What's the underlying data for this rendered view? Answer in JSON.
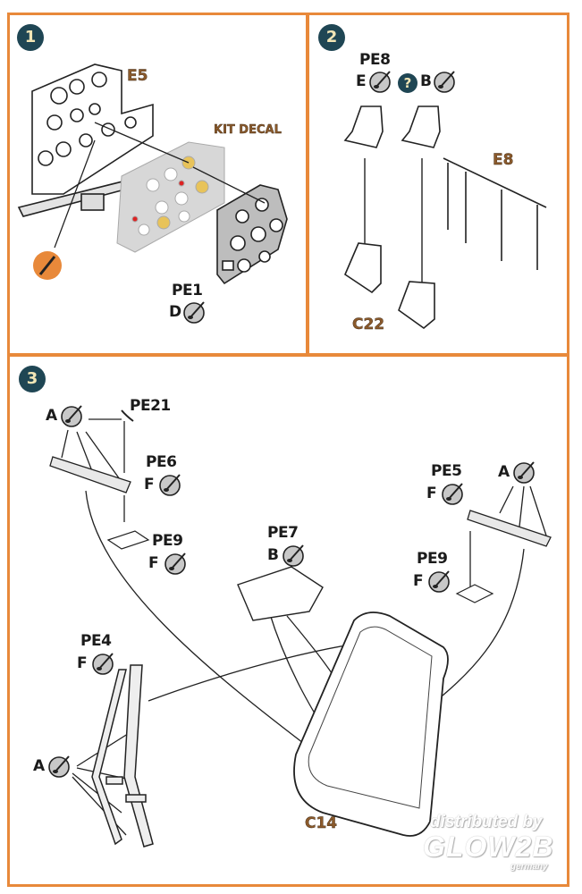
{
  "steps": [
    {
      "number": "1",
      "labels": {
        "e5": "E5",
        "kit_decal": "KIT DECAL",
        "pe1": "PE1",
        "pe1_paint": "D"
      }
    },
    {
      "number": "2",
      "labels": {
        "pe8": "PE8",
        "pe8_paint_1": "E",
        "pe8_paint_2": "B",
        "unknown_marker": "?",
        "e8": "E8",
        "c22": "C22"
      }
    },
    {
      "number": "3",
      "labels": {
        "pe21": "PE21",
        "a_top_left": "A",
        "pe6": "PE6",
        "pe6_paint": "F",
        "pe9_left": "PE9",
        "pe9_left_paint": "F",
        "pe7": "PE7",
        "pe7_paint": "B",
        "pe5": "PE5",
        "pe5_paint": "F",
        "a_right": "A",
        "pe9_right": "PE9",
        "pe9_right_paint": "F",
        "pe4": "PE4",
        "pe4_paint": "F",
        "a_bottom_left": "A",
        "c14": "C14"
      }
    }
  ],
  "watermark": {
    "line1": "distributed by",
    "line2": "GLOW2B",
    "line3": "germany"
  },
  "colors": {
    "border": "#e8893a",
    "step_badge": "#1f4654",
    "part_label": "#8b5a2b",
    "glue_icon": "#e8893a"
  }
}
